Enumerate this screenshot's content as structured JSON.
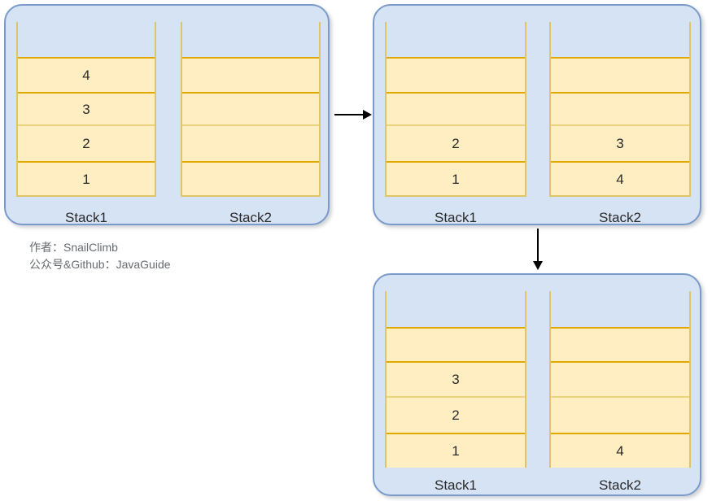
{
  "diagram": {
    "title": "Two stacks transfer sequence",
    "colors": {
      "panel_fill": "#d6e3f5",
      "panel_border": "#7a9bca",
      "cell_fill": "#ffeec2",
      "cell_border": "#e0a800",
      "wall": "#e0c566",
      "arrow": "#000000",
      "credit_text": "#666b70"
    }
  },
  "panels": [
    {
      "id": "panel-1",
      "stacks": [
        {
          "label": "Stack1",
          "cells": [
            "4",
            "3",
            "2",
            "1"
          ]
        },
        {
          "label": "Stack2",
          "cells": [
            "",
            "",
            "",
            ""
          ]
        }
      ]
    },
    {
      "id": "panel-2",
      "stacks": [
        {
          "label": "Stack1",
          "cells": [
            "",
            "",
            "2",
            "1"
          ]
        },
        {
          "label": "Stack2",
          "cells": [
            "",
            "",
            "3",
            "4"
          ]
        }
      ]
    },
    {
      "id": "panel-3",
      "stacks": [
        {
          "label": "Stack1",
          "cells": [
            "",
            "3",
            "2",
            "1"
          ]
        },
        {
          "label": "Stack2",
          "cells": [
            "",
            "",
            "",
            "4"
          ]
        }
      ]
    }
  ],
  "arrows": [
    {
      "id": "arrow-panel1-to-panel2",
      "direction": "right"
    },
    {
      "id": "arrow-panel2-to-panel3",
      "direction": "down"
    }
  ],
  "credits": {
    "author_line": "作者：SnailClimb",
    "account_line": "公众号&Github：JavaGuide"
  }
}
